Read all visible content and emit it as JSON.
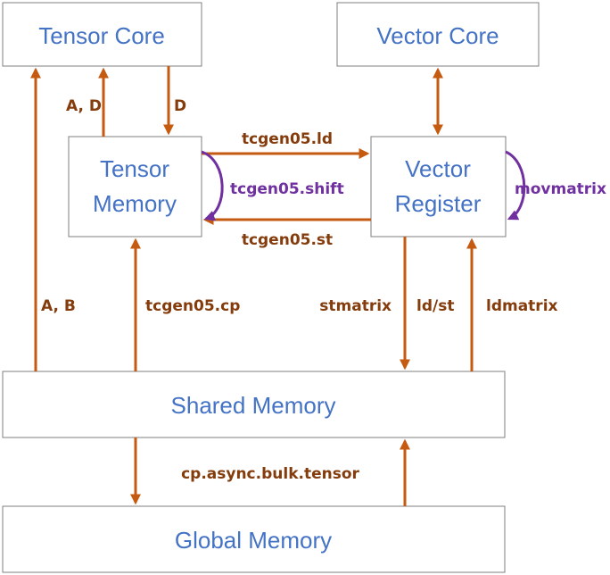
{
  "colors": {
    "box_text": "#4472c4",
    "box_border": "#7f7f7f",
    "arrow": "#c55a11",
    "edge_text": "#843c0c",
    "shift_arrow": "#7030a0"
  },
  "nodes": {
    "tensor_core": "Tensor Core",
    "vector_core": "Vector Core",
    "tensor_memory": {
      "line1": "Tensor",
      "line2": "Memory"
    },
    "vector_register": {
      "line1": "Vector",
      "line2": "Register"
    },
    "shared_memory": "Shared Memory",
    "global_memory": "Global Memory"
  },
  "edges": {
    "ad": "A, D",
    "d": "D",
    "ab": "A, B",
    "tcgen05_ld": "tcgen05.ld",
    "tcgen05_shift": "tcgen05.shift",
    "tcgen05_st": "tcgen05.st",
    "movmatrix": "movmatrix",
    "tcgen05_cp": "tcgen05.cp",
    "stmatrix": "stmatrix",
    "ldst": "ld/st",
    "ldmatrix": "ldmatrix",
    "cp_async": "cp.async.bulk.tensor"
  }
}
